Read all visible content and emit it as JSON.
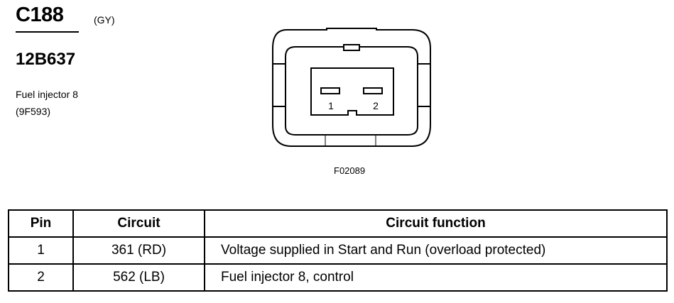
{
  "header": {
    "connector_id": "C188",
    "connector_color": "(GY)",
    "part_number": "12B637",
    "component_name": "Fuel injector 8",
    "component_code": "(9F593)"
  },
  "figure": {
    "figure_id": "F02089",
    "pin_labels": [
      "1",
      "2"
    ]
  },
  "table": {
    "headers": {
      "pin": "Pin",
      "circuit": "Circuit",
      "function": "Circuit function"
    },
    "rows": [
      {
        "pin": "1",
        "circuit": "361 (RD)",
        "function": "Voltage supplied in Start and Run (overload protected)"
      },
      {
        "pin": "2",
        "circuit": "562 (LB)",
        "function": "Fuel injector 8, control"
      }
    ]
  }
}
